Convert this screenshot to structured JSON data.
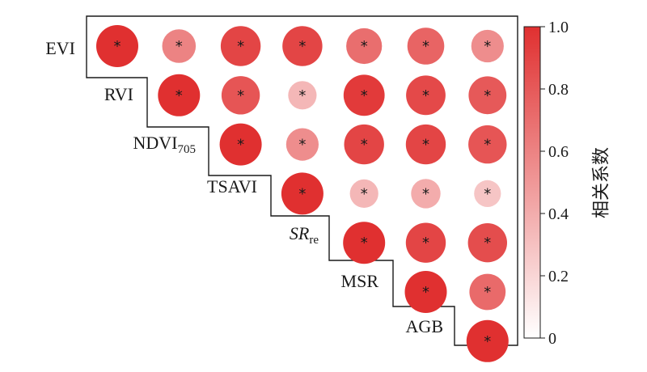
{
  "chart_data": {
    "type": "heatmap",
    "variables": [
      "EVI",
      "RVI",
      "NDVI705",
      "TSAVI",
      "SRre",
      "MSR",
      "AGB"
    ],
    "variable_labels": [
      {
        "main": "EVI",
        "sub": "",
        "italic": false
      },
      {
        "main": "RVI",
        "sub": "",
        "italic": false
      },
      {
        "main": "NDVI",
        "sub": "705",
        "italic": false
      },
      {
        "main": "TSAVI",
        "sub": "",
        "italic": false
      },
      {
        "main": "SR",
        "sub": "re",
        "italic": true
      },
      {
        "main": "MSR",
        "sub": "",
        "italic": false
      },
      {
        "main": "AGB",
        "sub": "",
        "italic": false
      }
    ],
    "matrix": [
      [
        1.0,
        0.6,
        0.9,
        0.9,
        0.7,
        0.75,
        0.55
      ],
      [
        null,
        1.0,
        0.82,
        0.35,
        0.95,
        0.88,
        0.8
      ],
      [
        null,
        null,
        1.0,
        0.55,
        0.9,
        0.9,
        0.82
      ],
      [
        null,
        null,
        null,
        1.0,
        0.35,
        0.4,
        0.28
      ],
      [
        null,
        null,
        null,
        null,
        1.0,
        0.9,
        0.86
      ],
      [
        null,
        null,
        null,
        null,
        null,
        1.0,
        0.72
      ],
      [
        null,
        null,
        null,
        null,
        null,
        null,
        1.0
      ]
    ],
    "significance_marker": "*",
    "colorbar": {
      "title": "相关系数",
      "range": [
        0,
        1
      ],
      "ticks": [
        "1.0",
        "0.8",
        "0.6",
        "0.4",
        "0.2",
        "0"
      ],
      "color_low": "#ffffff",
      "color_high": "#e03030"
    }
  }
}
